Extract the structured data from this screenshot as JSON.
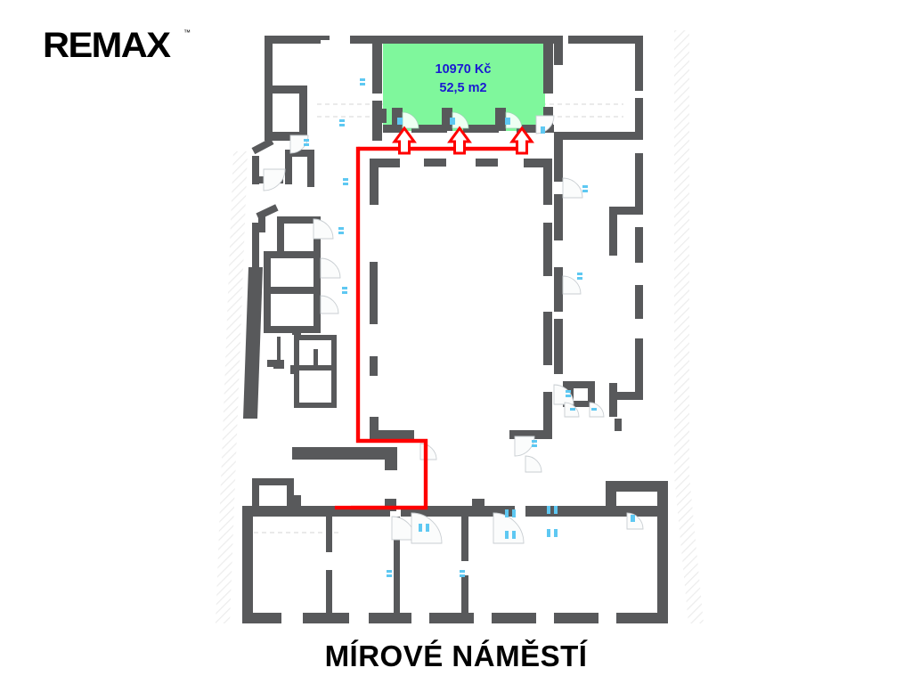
{
  "brand": {
    "logo_text": "REMAX",
    "trademark": "™"
  },
  "caption": {
    "title": "MÍROVÉ NÁMĚSTÍ"
  },
  "highlighted_unit": {
    "price": "10970 Kč",
    "area": "52,5 m2",
    "fill_color": "#7ff79c",
    "text_color": "#1a1ad2"
  },
  "colors": {
    "wall": "#58595b",
    "thin_wall": "#58595b",
    "route": "#ff0000",
    "door_arc": "#b9bfc4",
    "door_glyph": "#49c4f0",
    "hatch": "#efefef",
    "background": "#ffffff",
    "floor": "#ffffff",
    "window_fill": "#f4f4f4"
  },
  "legend": {
    "route_name": "access-route",
    "arrow_count": 3
  },
  "icons": {
    "logo": "remax-logo",
    "route_arrow": "up-arrow-icon",
    "door": "door-swing-icon"
  }
}
